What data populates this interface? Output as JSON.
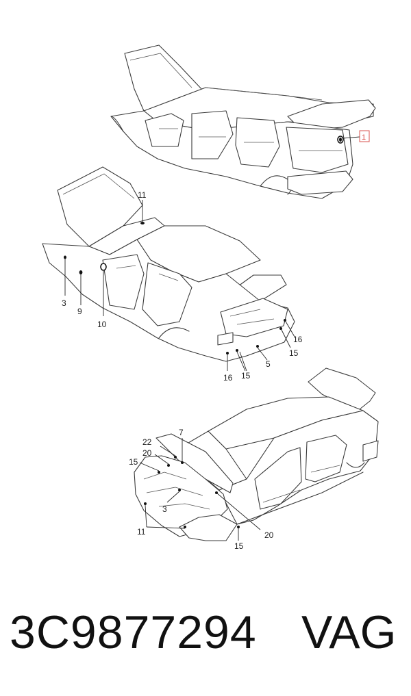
{
  "diagram": {
    "views": [
      {
        "name": "estate-body",
        "callouts": [
          {
            "id": "boxed-1",
            "label": "1"
          }
        ]
      },
      {
        "name": "sedan-body-rear",
        "callouts": [
          {
            "id": "c11",
            "label": "11"
          },
          {
            "id": "c3",
            "label": "3"
          },
          {
            "id": "c9",
            "label": "9"
          },
          {
            "id": "c10",
            "label": "10"
          },
          {
            "id": "c16a",
            "label": "16"
          },
          {
            "id": "c15a",
            "label": "15"
          },
          {
            "id": "c5",
            "label": "5"
          },
          {
            "id": "c16b",
            "label": "16"
          },
          {
            "id": "c15b",
            "label": "15"
          }
        ]
      },
      {
        "name": "sedan-body-front",
        "callouts": [
          {
            "id": "c7",
            "label": "7"
          },
          {
            "id": "c22",
            "label": "22"
          },
          {
            "id": "c20a",
            "label": "20"
          },
          {
            "id": "c15c",
            "label": "15"
          },
          {
            "id": "c3b",
            "label": "3"
          },
          {
            "id": "c11b",
            "label": "11"
          },
          {
            "id": "c20b",
            "label": "20"
          },
          {
            "id": "c15d",
            "label": "15"
          }
        ]
      }
    ]
  },
  "footer": {
    "part_number": "3C9877294",
    "brand": "VAG"
  },
  "colors": {
    "line": "#3a3a3a",
    "boxed_callout": "#d9534f",
    "text": "#111111"
  }
}
